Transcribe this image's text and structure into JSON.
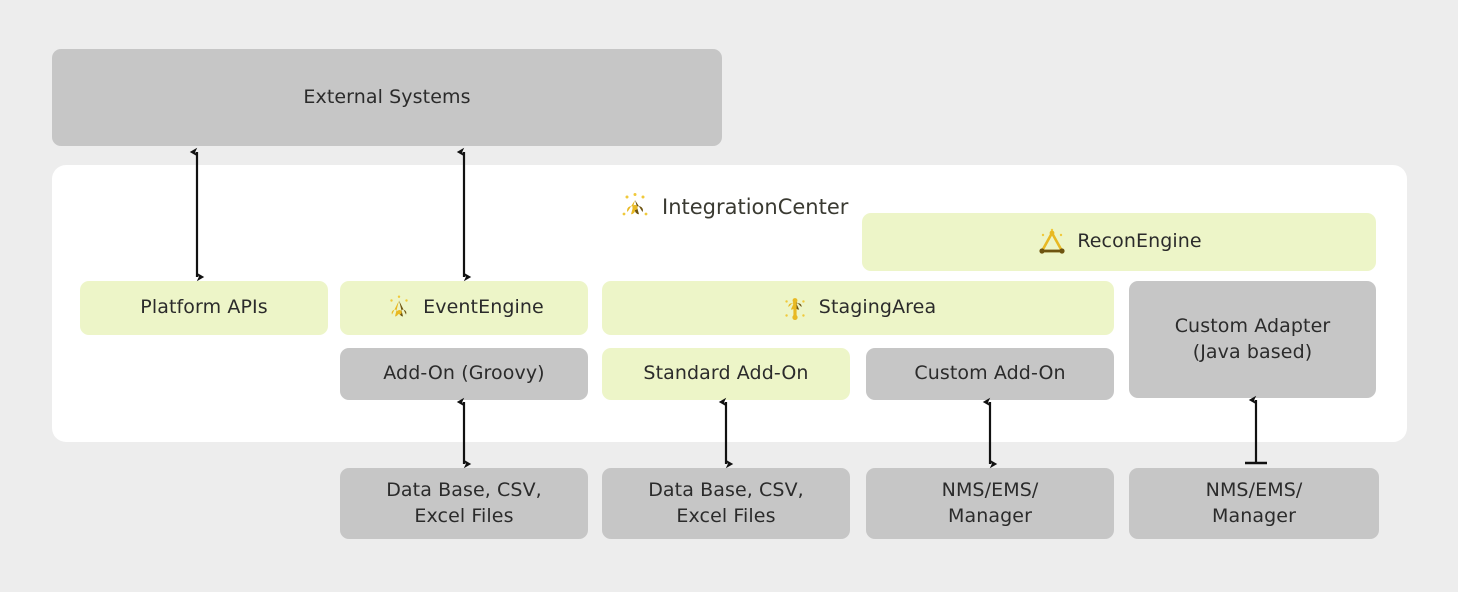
{
  "colors": {
    "page_background": "#EDEDED",
    "panel_background": "#FFFFFF",
    "gray_box": "#C6C6C6",
    "lime_box": "#EDF5C8",
    "text": "#2B2B2B",
    "logo_gold": "#E8B923",
    "logo_dark_gold": "#6E5411",
    "arrow": "#111111"
  },
  "product": {
    "title": "IntegrationCenter",
    "logo_icon": "integrationcenter-logo-icon"
  },
  "external": {
    "label": "External Systems"
  },
  "recon": {
    "label": "ReconEngine",
    "logo_icon": "reconengine-logo-icon"
  },
  "services": [
    {
      "id": "platform-apis",
      "label": "Platform APIs",
      "style": "lime",
      "logo_icon": null
    },
    {
      "id": "event-engine",
      "label": "EventEngine",
      "style": "lime",
      "logo_icon": "eventengine-logo-icon"
    },
    {
      "id": "staging-area",
      "label": "StagingArea",
      "style": "lime",
      "logo_icon": "stagingarea-logo-icon"
    }
  ],
  "custom_adapter": {
    "label": "Custom Adapter\n(Java based)",
    "style": "gray"
  },
  "addons": [
    {
      "id": "addon-groovy",
      "label": "Add-On (Groovy)",
      "style": "gray"
    },
    {
      "id": "addon-standard",
      "label": "Standard Add-On",
      "style": "lime"
    },
    {
      "id": "addon-custom",
      "label": "Custom Add-On",
      "style": "gray"
    }
  ],
  "sources": [
    {
      "id": "source-db-1",
      "label": "Data Base, CSV,\nExcel Files"
    },
    {
      "id": "source-db-2",
      "label": "Data Base, CSV,\nExcel Files"
    },
    {
      "id": "source-nms-1",
      "label": "NMS/EMS/\nManager"
    },
    {
      "id": "source-nms-2",
      "label": "NMS/EMS/\nManager"
    }
  ],
  "connectors": [
    {
      "id": "conn-external-platform",
      "type": "double-headed-vertical-arrow"
    },
    {
      "id": "conn-external-event",
      "type": "double-headed-vertical-arrow"
    },
    {
      "id": "conn-groovy-db",
      "type": "double-headed-vertical-arrow"
    },
    {
      "id": "conn-standard-db",
      "type": "double-headed-vertical-arrow"
    },
    {
      "id": "conn-customaddon-nms",
      "type": "double-headed-vertical-arrow"
    },
    {
      "id": "conn-adapter-nms",
      "type": "single-headed-up-arrow-with-base"
    }
  ]
}
